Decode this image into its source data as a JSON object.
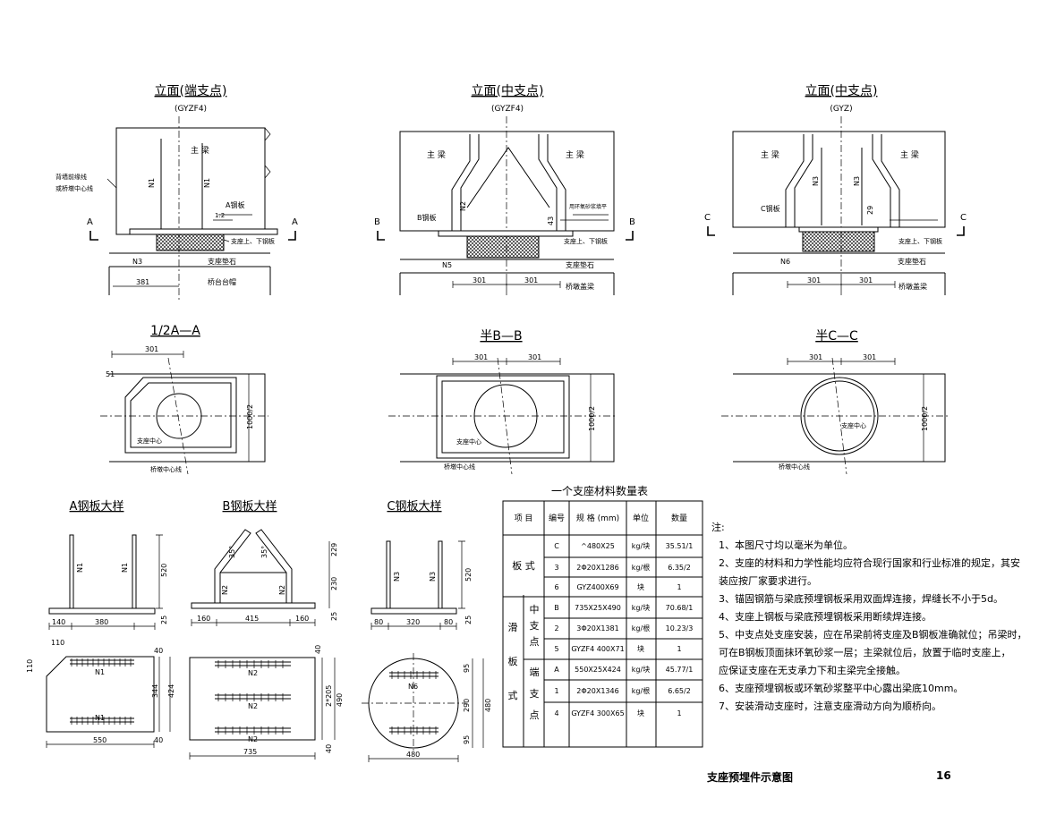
{
  "views": {
    "elev_end": {
      "title": "立面(端支点)",
      "sub": "(GYZF4)",
      "beam": "主 梁",
      "n1a": "N1",
      "n1b": "N1",
      "plate": "A钢板",
      "back_wall": "背墙前缘线",
      "or_text": "或桥墩中心线",
      "bearing_plates": "支座上、下钢板",
      "n3": "N3",
      "stone": "支座垫石",
      "pier": "桥台台帽",
      "dim": "381",
      "sec": "A",
      "slope": "1:2"
    },
    "elev_mid": {
      "title": "立面(中支点)",
      "sub": "(GYZF4)",
      "beam_l": "主 梁",
      "beam_r": "主 梁",
      "n2": "N2",
      "plate": "B钢板",
      "mortar": "用环氧砂浆填平",
      "h": "43",
      "bearing_plates": "支座上、下钢板",
      "n5": "N5",
      "stone": "支座垫石",
      "cap": "桥墩盖梁",
      "dim_l": "301",
      "dim_r": "301",
      "sec": "B"
    },
    "elev_mid2": {
      "title": "立面(中支点)",
      "sub": "(GYZ)",
      "beam_l": "主 梁",
      "beam_r": "主 梁",
      "n3a": "N3",
      "n3b": "N3",
      "plate": "C钢板",
      "h": "29",
      "bearing_plates": "支座上、下钢板",
      "n6": "N6",
      "stone": "支座垫石",
      "cap": "桥墩盖梁",
      "dim_l": "301",
      "dim_r": "301",
      "sec": "C"
    },
    "sec_a": {
      "title": "1/2A—A",
      "dim": "301",
      "d51": "51",
      "vdim": "1000/2",
      "center": "支座中心",
      "axis": "桥墩中心线"
    },
    "sec_b": {
      "title": "半B—B",
      "dim_l": "301",
      "dim_r": "301",
      "vdim": "1000/2",
      "center": "支座中心",
      "axis": "桥墩中心线"
    },
    "sec_c": {
      "title": "半C—C",
      "dim_l": "301",
      "dim_r": "301",
      "vdim": "1000/2",
      "center": "支座中心",
      "axis": "桥墩中心线"
    }
  },
  "details": {
    "a": {
      "title": "A钢板大样",
      "n1a": "N1",
      "n1b": "N1",
      "h520": "520",
      "d25": "25",
      "d140": "140",
      "d380": "380",
      "d110a": "110",
      "d110b": "110",
      "d40a": "40",
      "d344": "344",
      "d424": "424",
      "d40b": "40",
      "w550": "550",
      "p_n1a": "N1",
      "p_n1b": "N1"
    },
    "b": {
      "title": "B钢板大样",
      "a1": "35°",
      "a2": "35°",
      "n2a": "N2",
      "n2b": "N2",
      "d229": "229",
      "d230": "230",
      "d25": "25",
      "d160a": "160",
      "d415": "415",
      "d160b": "160",
      "d40a": "40",
      "d2x205": "2*205",
      "d490": "490",
      "d40b": "40",
      "w735": "735",
      "p_n2a": "N2",
      "p_n2b": "N2",
      "p_n2c": "N2"
    },
    "c": {
      "title": "C钢板大样",
      "n3a": "N3",
      "n3b": "N3",
      "h520": "520",
      "d25": "25",
      "d80a": "80",
      "d320": "320",
      "d80b": "80",
      "d95a": "95",
      "d290": "290",
      "d480v": "480",
      "d95b": "95",
      "w480": "480",
      "p_n6": "N6"
    }
  },
  "table": {
    "caption": "一个支座材料数量表",
    "headers": [
      "项 目",
      "编号",
      "规 格 (mm)",
      "单位",
      "数量"
    ],
    "group_plate": "板 式",
    "group_slide": "滑 板 式",
    "sub_mid": "中 支 点",
    "sub_end": "端 支 点",
    "rows": [
      [
        "C",
        "^480X25",
        "kg/块",
        "35.51/1"
      ],
      [
        "3",
        "2Φ20X1286",
        "kg/根",
        "6.35/2"
      ],
      [
        "6",
        "GYZ400X69",
        "块",
        "1"
      ],
      [
        "B",
        "735X25X490",
        "kg/块",
        "70.68/1"
      ],
      [
        "2",
        "3Φ20X1381",
        "kg/根",
        "10.23/3"
      ],
      [
        "5",
        "GYZF4 400X71",
        "块",
        "1"
      ],
      [
        "A",
        "550X25X424",
        "kg/块",
        "45.77/1"
      ],
      [
        "1",
        "2Φ20X1346",
        "kg/根",
        "6.65/2"
      ],
      [
        "4",
        "GYZF4 300X65",
        "块",
        "1"
      ]
    ]
  },
  "notes": {
    "head": "注:",
    "items": [
      "1、本图尺寸均以毫米为单位。",
      "2、支座的材料和力学性能均应符合现行国家和行业标准的规定，其安",
      "    装应按厂家要求进行。",
      "3、锚固钢筋与梁底预埋钢板采用双面焊连接，焊缝长不小于5d。",
      "4、支座上钢板与梁底预埋钢板采用断续焊连接。",
      "5、中支点处支座安装，应在吊梁前将支座及B钢板准确就位；吊梁时，",
      "    可在B钢板顶面抹环氧砂浆一层；主梁就位后，放置于临时支座上，",
      "    应保证支座在无支承力下和主梁完全接触。",
      "6、支座预埋钢板或环氧砂浆整平中心露出梁底10mm。",
      "7、安装滑动支座时，注意支座滑动方向为顺桥向。"
    ]
  },
  "footer": {
    "title": "支座预埋件示意图",
    "page": "16"
  }
}
